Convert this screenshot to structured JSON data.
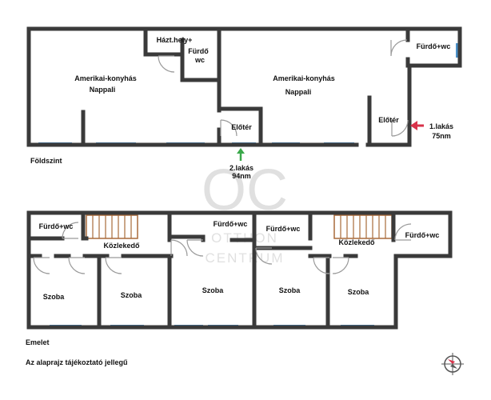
{
  "colors": {
    "wall": "#3a3a3a",
    "window": "#4a90c8",
    "door": "#9a9a9a",
    "stairs": "#a86a3a",
    "arrow_green": "#3aa84a",
    "arrow_red": "#d8324a",
    "watermark": "#c8c8c8"
  },
  "ground_floor": {
    "label": "Földszint",
    "apartment_1": "1.lakás",
    "apartment_1_area": "75nm",
    "apartment_2": "2.lakás",
    "apartment_2_area": "94nm",
    "rooms": {
      "left_living_1": "Amerikai-konyhás",
      "left_living_2": "Nappali",
      "storage": "Házt.hely+",
      "small_bath_1": "Fürdő",
      "small_bath_2": "wc",
      "right_living_1": "Amerikai-konyhás",
      "right_living_2": "Nappali",
      "right_bath": "Fürdő+wc",
      "hall_middle": "Előtér",
      "hall_right": "Előtér"
    }
  },
  "upper_floor": {
    "label": "Emelet",
    "rooms": {
      "bath_left": "Fürdő+wc",
      "corridor_left": "Közlekedő",
      "bath_center_left": "Fürdő+wc",
      "bath_center_right": "Fürdő+wc",
      "corridor_right": "Közlekedő",
      "bath_right": "Fürdő+wc",
      "room_1": "Szoba",
      "room_2": "Szoba",
      "room_3": "Szoba",
      "room_4": "Szoba",
      "room_5": "Szoba"
    }
  },
  "footnote": "Az alaprajz tájékoztató jellegű",
  "watermark": {
    "logo": "OC",
    "line1": "OTTHON",
    "line2": "CENTRUM"
  },
  "icons": {
    "compass": "compass-icon",
    "arrow_entry_2": "arrow-up-icon",
    "arrow_entry_1": "arrow-left-icon"
  }
}
